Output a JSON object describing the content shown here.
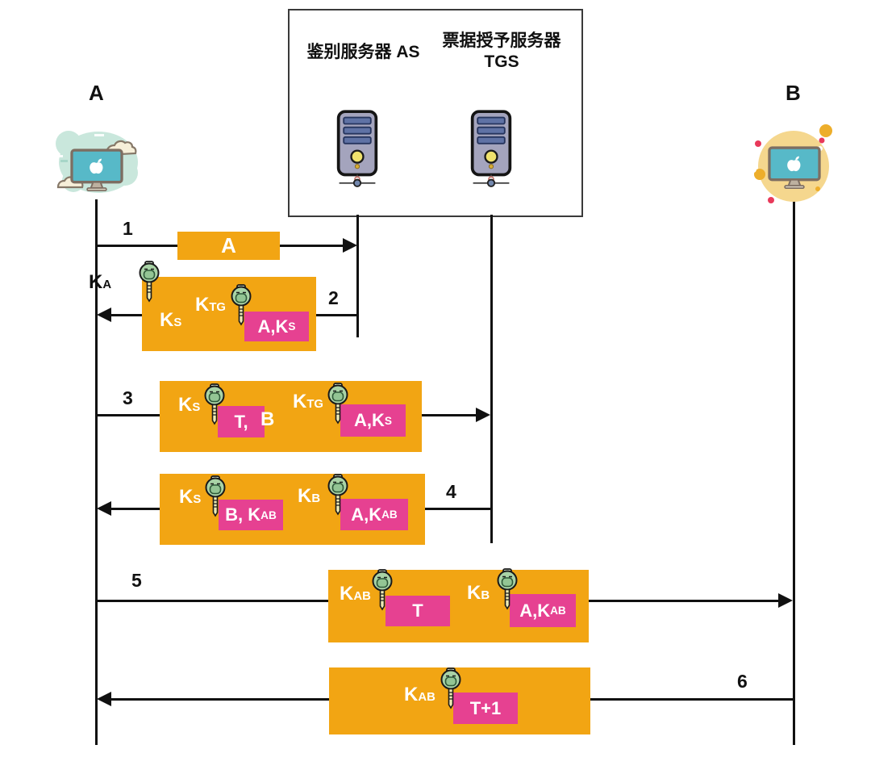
{
  "colors": {
    "orange": "#F2A513",
    "pink": "#E64191",
    "key-green": "#A9D3A6",
    "screen-teal": "#57B9C8",
    "line": "#111111"
  },
  "header": {
    "as_label": "鉴别服务器 AS",
    "tgs_label_line1": "票据授予服务器",
    "tgs_label_line2": "TGS"
  },
  "entities": {
    "a": "A",
    "b": "B"
  },
  "icons": {
    "key-icon": "#sym-key",
    "server-icon": "#sym-server",
    "computer-icon": "#sym-mac",
    "computer-a-decoration": "mint clouds",
    "computer-b-decoration": "yellow circle with dots"
  },
  "messages": {
    "m1": {
      "number": "1",
      "payload": "A"
    },
    "m2": {
      "number": "2",
      "outer_key": [
        {
          "t": "K"
        },
        {
          "t": "A",
          "sub": true
        }
      ],
      "session_key": [
        {
          "t": "K"
        },
        {
          "t": "S",
          "sub": true
        }
      ],
      "inner_key": [
        {
          "t": "K"
        },
        {
          "t": "TG",
          "sub": true
        }
      ],
      "inner_payload": [
        {
          "t": "A,K"
        },
        {
          "t": "S",
          "sub": true
        }
      ]
    },
    "m3": {
      "number": "3",
      "key1": [
        {
          "t": "K"
        },
        {
          "t": "S",
          "sub": true
        }
      ],
      "enc1": [
        {
          "t": "T,"
        }
      ],
      "plain": "B",
      "key2": [
        {
          "t": "K"
        },
        {
          "t": "TG",
          "sub": true
        }
      ],
      "enc2": [
        {
          "t": "A,K"
        },
        {
          "t": "S",
          "sub": true
        }
      ]
    },
    "m4": {
      "number": "4",
      "key1": [
        {
          "t": "K"
        },
        {
          "t": "S",
          "sub": true
        }
      ],
      "enc1": [
        {
          "t": "B, K"
        },
        {
          "t": "AB",
          "sub": true
        }
      ],
      "key2": [
        {
          "t": "K"
        },
        {
          "t": "B",
          "sub": true
        }
      ],
      "enc2": [
        {
          "t": "A,K"
        },
        {
          "t": "AB",
          "sub": true
        }
      ]
    },
    "m5": {
      "number": "5",
      "key1": [
        {
          "t": "K"
        },
        {
          "t": "AB",
          "sub": true
        }
      ],
      "enc1": [
        {
          "t": "T"
        }
      ],
      "key2": [
        {
          "t": "K"
        },
        {
          "t": "B",
          "sub": true
        }
      ],
      "enc2": [
        {
          "t": "A,K"
        },
        {
          "t": "AB",
          "sub": true
        }
      ]
    },
    "m6": {
      "number": "6",
      "key": [
        {
          "t": "K"
        },
        {
          "t": "AB",
          "sub": true
        }
      ],
      "enc": [
        {
          "t": "T+1"
        }
      ]
    }
  }
}
